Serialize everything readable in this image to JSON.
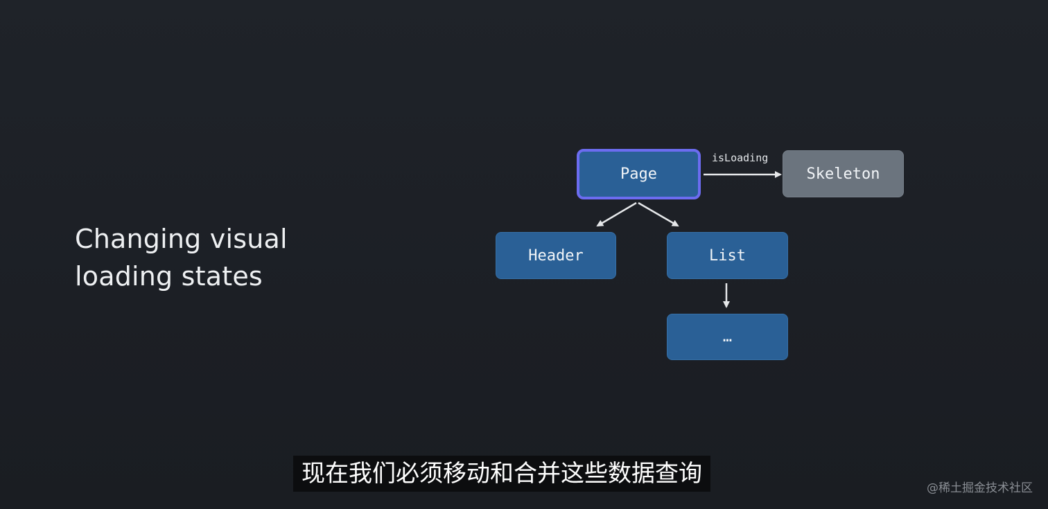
{
  "slide": {
    "title_line1": "Changing visual",
    "title_line2": "loading states"
  },
  "diagram": {
    "nodes": {
      "page": "Page",
      "skeleton": "Skeleton",
      "header": "Header",
      "list": "List",
      "ellipsis": "…"
    },
    "edge_label": "isLoading"
  },
  "subtitle": "现在我们必须移动和合并这些数据查询",
  "watermark": "@稀土掘金技术社区",
  "colors": {
    "background": "#1f2329",
    "node_blue": "#2a6096",
    "node_selected_border": "#6c6cf0",
    "node_gray": "#6b747e",
    "arrow": "#e6e8ea"
  }
}
